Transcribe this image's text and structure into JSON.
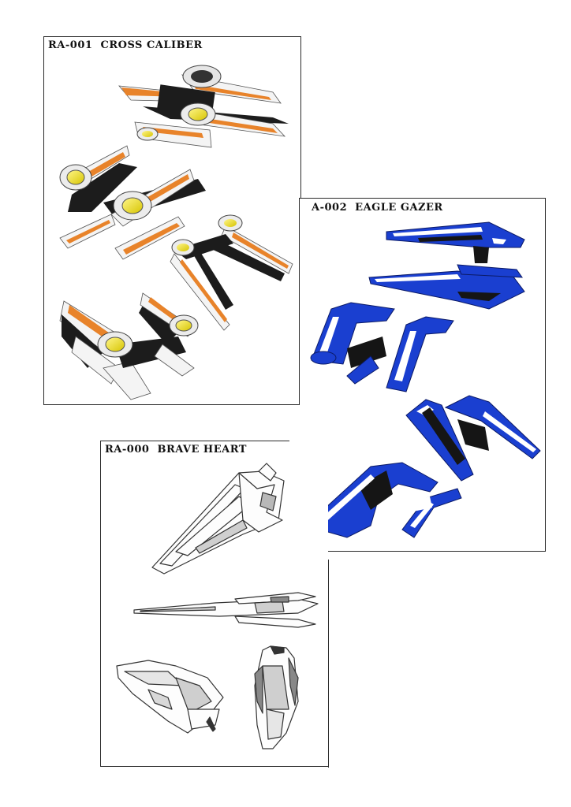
{
  "panels": {
    "cross_caliber": {
      "title": "RA-001  CROSS CALIBER",
      "accent": "#e8832a",
      "core": "#e6d800",
      "body": "#f4f4f4",
      "dark": "#1c1c1c"
    },
    "eagle_gazer": {
      "title": "A-002  EAGLE GAZER",
      "accent": "#1a3fd0",
      "highlight": "#ffffff",
      "dark": "#151515"
    },
    "brave_heart": {
      "title": "RA-000  BRAVE HEART",
      "line": "#333333",
      "body": "#fdfdfd"
    }
  }
}
